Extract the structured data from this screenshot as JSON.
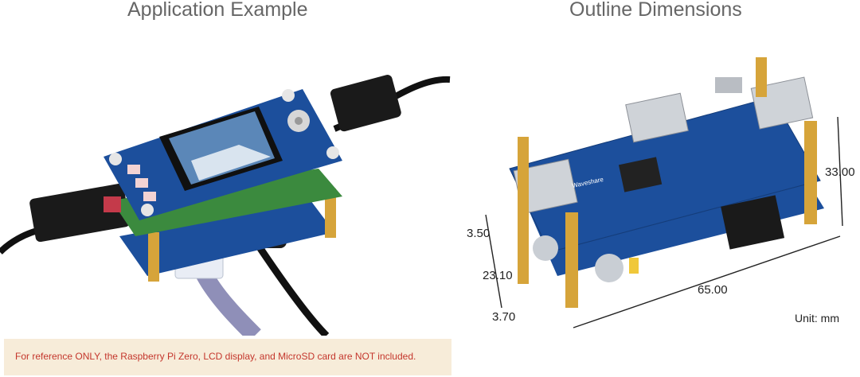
{
  "left_panel": {
    "title": "Application Example"
  },
  "right_panel": {
    "title": "Outline Dimensions",
    "dimensions": {
      "height": "33.00",
      "offset_top": "3.50",
      "depth": "23.10",
      "offset_bottom": "3.70",
      "length": "65.00"
    },
    "unit_label": "Unit: mm",
    "board_brand": "Waveshare"
  },
  "notice": {
    "text": "For reference ONLY, the Raspberry Pi Zero, LCD display, and MicroSD card are NOT included."
  },
  "colors": {
    "pcb_blue": "#1c4f9c",
    "brass": "#d6a43a",
    "notice_bg": "#f7ecd9",
    "notice_text": "#c4362c"
  }
}
